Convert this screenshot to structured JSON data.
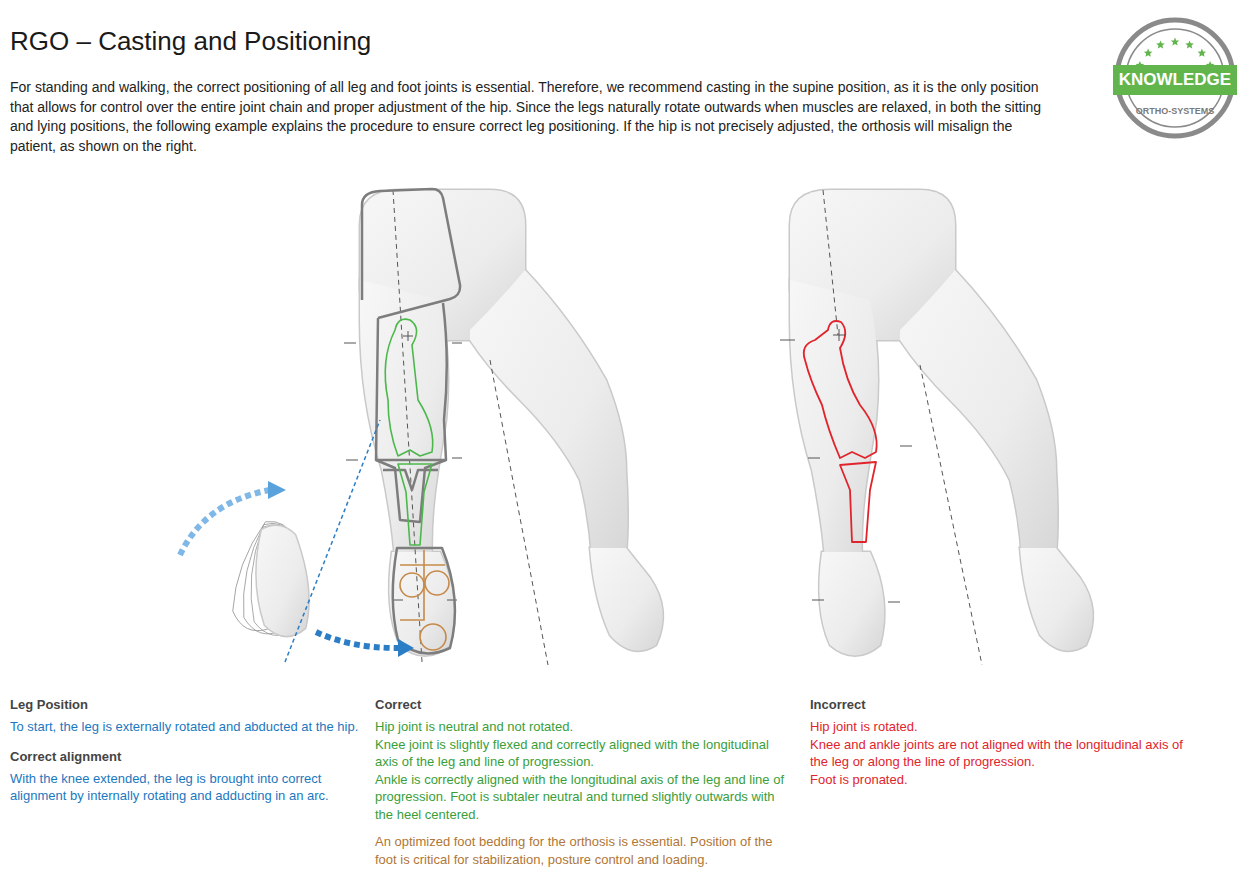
{
  "diagram": {
    "title": "RGO – Casting and Positioning",
    "nodes": [
      {
        "text": [
          "KNOWLEDGE",
          "ORTHO-SYSTEMS"
        ]
      }
    ],
    "labels": [
      "For standing and walking, the correct positioning of all leg and foot joints is essential. Therefore, we recommend casting in the supine position, as it is the only position that allows for control over the entire joint chain and proper adjustment of the hip. Since the legs naturally rotate outwards when muscles are relaxed, in both the sitting and lying positions, the following example explains the procedure to ensure correct leg positioning. If the hip is not precisely adjusted, the orthosis will misalign the patient, as shown on the right.",
      "Leg Position",
      "To start, the leg is externally rotated and abducted at the hip.",
      "Correct alignment",
      "With the knee extended, the leg is brought into correct alignment by internally rotating and adducting in an arc.",
      "Correct",
      "Hip joint is neutral and not rotated.",
      "Knee joint is slightly flexed and correctly aligned with the longitudinal axis of the leg and line of progression.",
      "Ankle is correctly aligned with the longitudinal axis of the leg and line of progression. Foot is subtaler neutral and turned slightly outwards with the heel centered.",
      "An optimized foot bedding for the orthosis is essential. Position of the foot is critical for stabilization, posture control and loading.",
      "Incorrect",
      "Hip joint is rotated.",
      "Knee and ankle joints are not aligned with the longitudinal axis of the leg or along the line of progression.",
      "Foot is pronated."
    ]
  }
}
